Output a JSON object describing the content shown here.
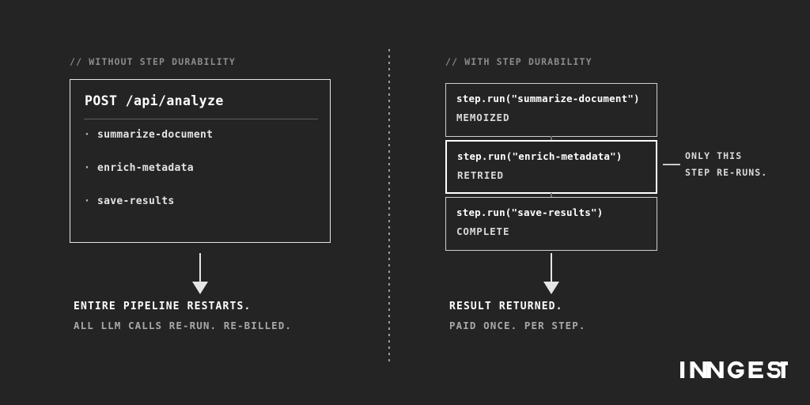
{
  "background_color": "#242424",
  "left_panel": {
    "header": "// WITHOUT STEP DURABILITY",
    "endpoint_title": "POST /api/analyze",
    "bullet_glyph": "·",
    "steps": [
      {
        "label": "summarize-document"
      },
      {
        "label": "enrich-metadata"
      },
      {
        "label": "save-results"
      }
    ],
    "outcome_primary": "ENTIRE PIPELINE RESTARTS.",
    "outcome_secondary": "ALL LLM CALLS RE-RUN. RE-BILLED."
  },
  "right_panel": {
    "header": "// WITH STEP DURABILITY",
    "steps": [
      {
        "call": "step.run(\"summarize-document\")",
        "status": "MEMOIZED",
        "highlighted": false
      },
      {
        "call": "step.run(\"enrich-metadata\")",
        "status": "RETRIED",
        "highlighted": true
      },
      {
        "call": "step.run(\"save-results\")",
        "status": "COMPLETE",
        "highlighted": false
      }
    ],
    "callout_line_1": "ONLY THIS",
    "callout_line_2": "STEP RE-RUNS.",
    "outcome_primary": "RESULT RETURNED.",
    "outcome_secondary": "PAID ONCE. PER STEP."
  },
  "brand": {
    "wordmark": "INNGEST",
    "color": "#ffffff"
  },
  "colors": {
    "text_primary": "#ffffff",
    "text_muted": "#a8a8a8",
    "comment": "#8c8c8c",
    "border": "#e8e8e8",
    "border_highlight": "#ffffff"
  }
}
